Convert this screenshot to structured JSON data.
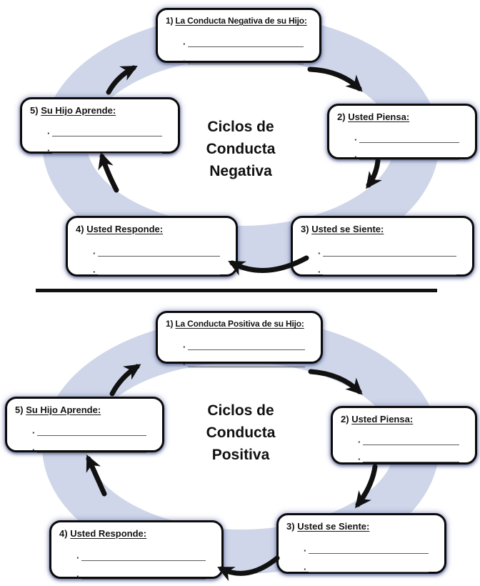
{
  "ui": {
    "bullet": "·"
  },
  "colors": {
    "ring": "#cfd6e9",
    "arrow": "#111111",
    "box_border": "#0b0b0b",
    "box_glow": "#7d85b9",
    "blank_line": "#5a5a5a",
    "divider": "#111111"
  },
  "cycles": [
    {
      "name": "negativa",
      "center_title_lines": [
        "Ciclos de",
        "Conducta",
        "Negativa"
      ],
      "steps": [
        {
          "prefix": "1)",
          "label": "La Conducta Negativa de su Hijo:"
        },
        {
          "prefix": "2)",
          "label": "Usted Piensa:"
        },
        {
          "prefix": "3)",
          "label": "Usted se Siente:"
        },
        {
          "prefix": "4)",
          "label": "Usted Responde:"
        },
        {
          "prefix": "5)",
          "label": "Su Hijo Aprende:"
        }
      ],
      "blanks_per_step": 2
    },
    {
      "name": "positiva",
      "center_title_lines": [
        "Ciclos de",
        "Conducta",
        "Positiva"
      ],
      "steps": [
        {
          "prefix": "1)",
          "label": "La Conducta Positiva de su Hijo:"
        },
        {
          "prefix": "2)",
          "label": "Usted Piensa:"
        },
        {
          "prefix": "3)",
          "label": "Usted se Siente:"
        },
        {
          "prefix": "4)",
          "label": "Usted Responde:"
        },
        {
          "prefix": "5)",
          "label": "Su Hijo Aprende:"
        }
      ],
      "blanks_per_step": 2
    }
  ]
}
